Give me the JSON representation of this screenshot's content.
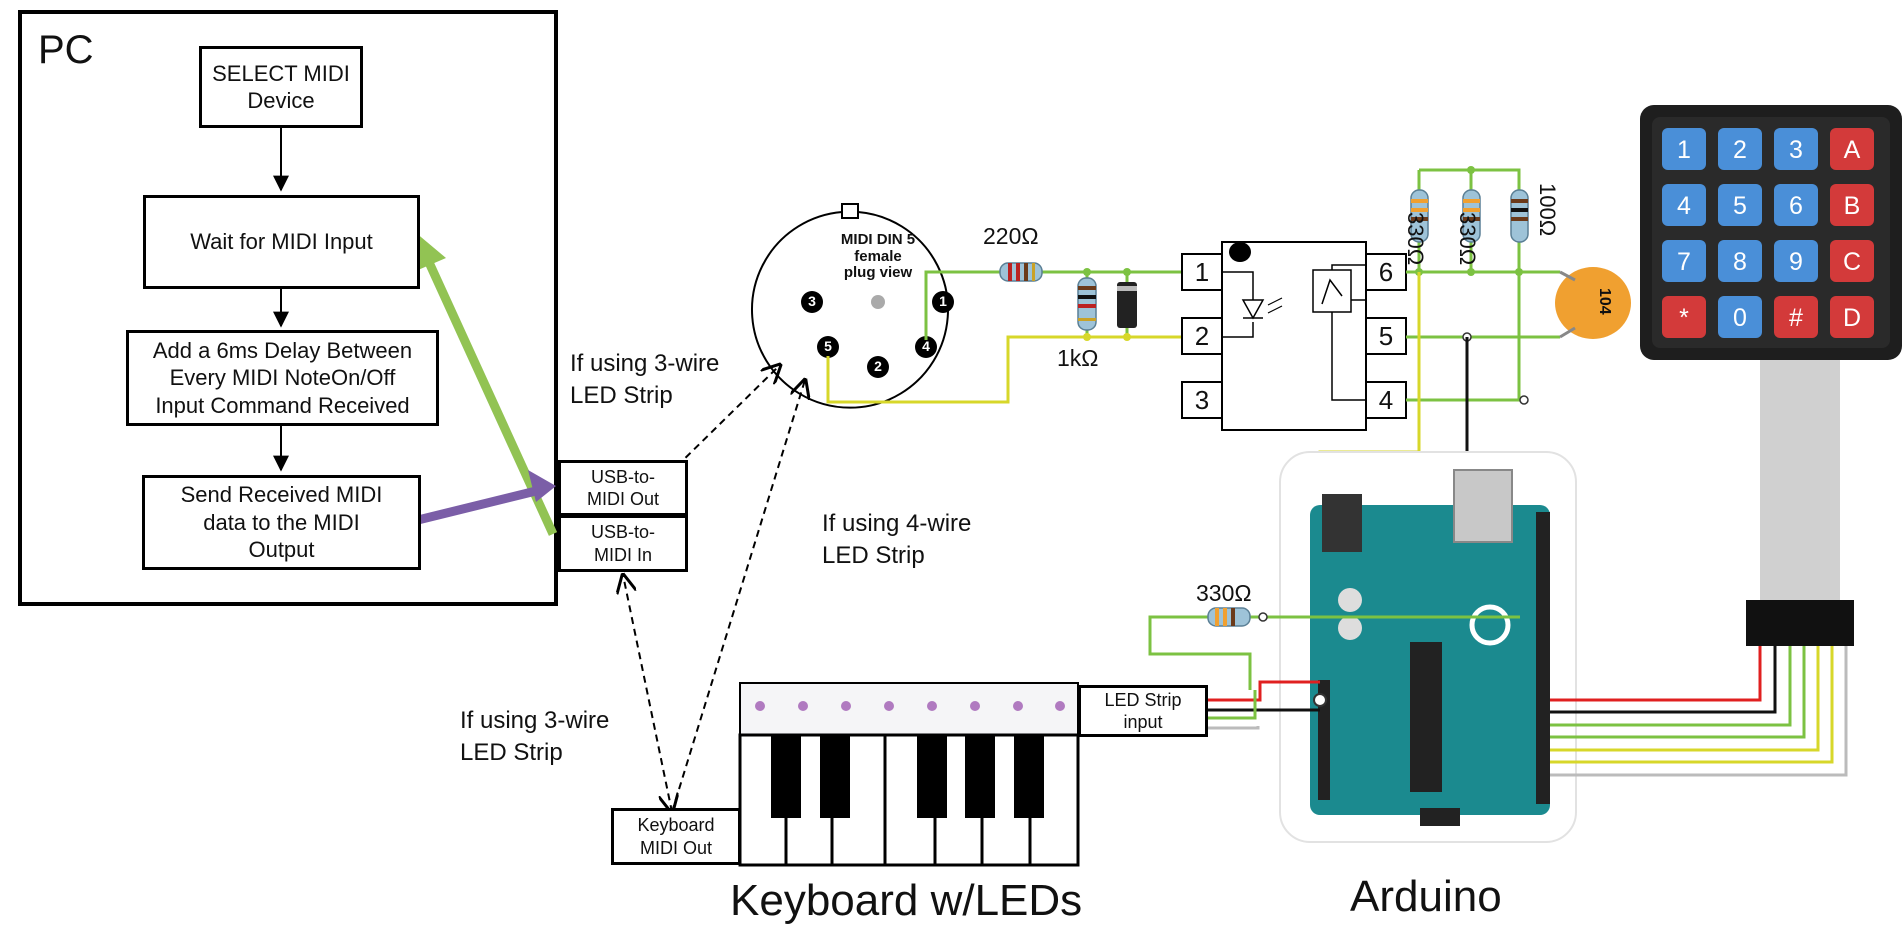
{
  "pc": {
    "title": "PC",
    "flow": [
      "SELECT MIDI\nDevice",
      "Wait for MIDI Input",
      "Add a 6ms Delay Between\nEvery MIDI NoteOn/Off\nInput Command Received",
      "Send Received MIDI\ndata to the MIDI\nOutput"
    ]
  },
  "ports": {
    "usb_midi_out": "USB-to-\nMIDI Out",
    "usb_midi_in": "USB-to-\nMIDI In",
    "keyboard_midi_out": "Keyboard\nMIDI Out",
    "led_strip_input": "LED Strip\ninput"
  },
  "notes": {
    "three_wire_top": "If using 3-wire\nLED Strip",
    "four_wire": "If using 4-wire\nLED Strip",
    "three_wire_bottom": "If using 3-wire\nLED Strip"
  },
  "midi_din": {
    "label": "MIDI DIN 5\nfemale\nplug view",
    "pins": [
      "1",
      "2",
      "3",
      "4",
      "5"
    ]
  },
  "components": {
    "r_220": "220Ω",
    "r_1k": "1kΩ",
    "r_330_a": "330Ω",
    "r_330_b": "330Ω",
    "r_100": "100Ω",
    "r_330_arduino": "330Ω",
    "capacitor": "104"
  },
  "optocoupler": {
    "pins": [
      "1",
      "2",
      "3",
      "4",
      "5",
      "6"
    ]
  },
  "keypad": {
    "keys": [
      "1",
      "2",
      "3",
      "A",
      "4",
      "5",
      "6",
      "B",
      "7",
      "8",
      "9",
      "C",
      "*",
      "0",
      "#",
      "D"
    ]
  },
  "captions": {
    "keyboard": "Keyboard w/LEDs",
    "arduino": "Arduino"
  },
  "colors": {
    "green_arrow": "#92c353",
    "purple_arrow": "#7b5ea7",
    "green_wire": "#7cc242",
    "yellow_wire": "#d7d72a",
    "red_wire": "#e02020",
    "arduino_board": "#1b8a8f",
    "keypad_blue": "#4a8fd8",
    "keypad_red": "#d33a3a",
    "capacitor": "#f0a030"
  }
}
